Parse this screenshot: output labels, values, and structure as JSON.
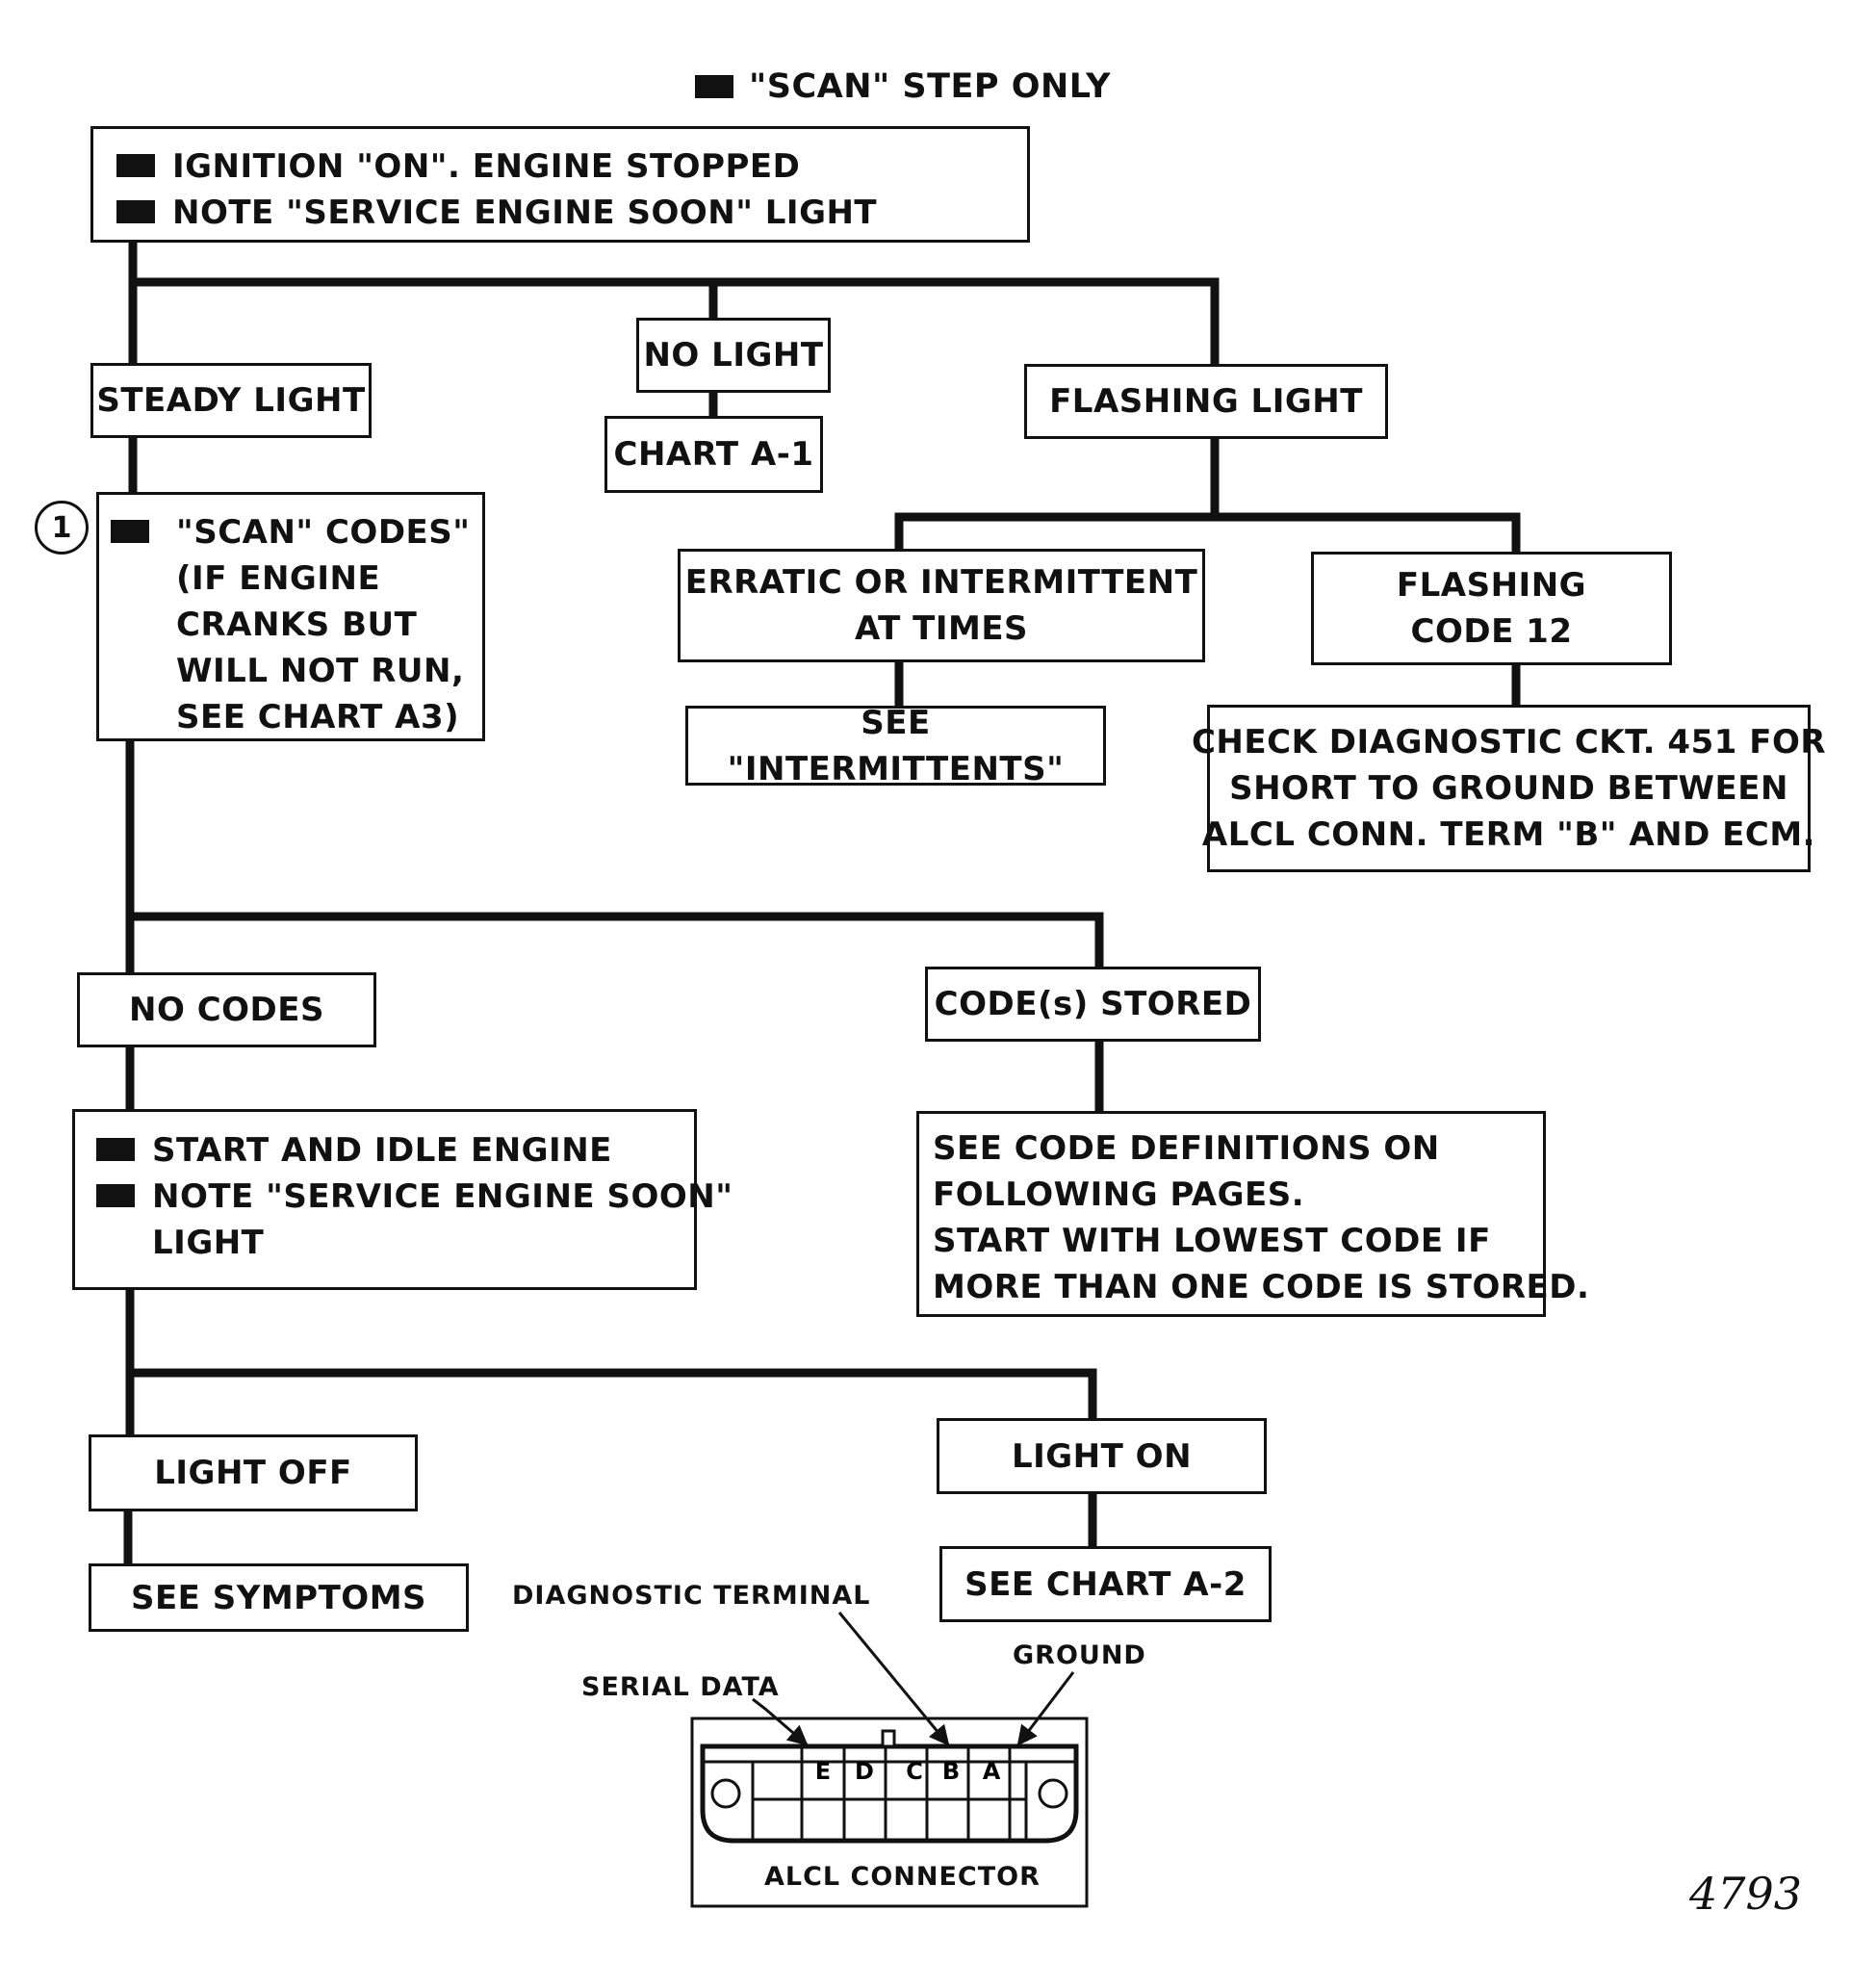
{
  "legend": {
    "text": "\"SCAN\" STEP ONLY"
  },
  "start": {
    "line1": "IGNITION \"ON\".  ENGINE STOPPED",
    "line2": "NOTE \"SERVICE ENGINE SOON\" LIGHT"
  },
  "steady_light": "STEADY LIGHT",
  "no_light": "NO LIGHT",
  "chart_a1": "CHART A-1",
  "flashing_light": "FLASHING LIGHT",
  "scan_marker": "1",
  "scan_codes": {
    "lines": [
      "\"SCAN\" CODES\"",
      "(IF ENGINE",
      "CRANKS BUT",
      "WILL NOT RUN,",
      "SEE CHART  A3)"
    ]
  },
  "erratic": {
    "line1": "ERRATIC OR INTERMITTENT",
    "line2": "AT TIMES"
  },
  "flashing_code": {
    "line1": "FLASHING",
    "line2": "CODE 12"
  },
  "see_intermittents": "SEE  \"INTERMITTENTS\"",
  "check_ckt": {
    "line1": "CHECK DIAGNOSTIC CKT. 451 FOR",
    "line2": "SHORT TO GROUND BETWEEN",
    "line3": "ALCL  CONN. TERM \"B\" AND ECM."
  },
  "no_codes": "NO CODES",
  "codes_stored": "CODE(s) STORED",
  "start_idle": {
    "line1": "START AND IDLE ENGINE",
    "line2": "NOTE \"SERVICE ENGINE SOON\"",
    "line3": "LIGHT"
  },
  "code_defs": {
    "line1": "SEE CODE DEFINITIONS ON",
    "line2": "FOLLOWING PAGES.",
    "line3": "START WITH LOWEST CODE IF",
    "line4": "MORE THAN ONE CODE IS STORED."
  },
  "light_off": "LIGHT OFF",
  "light_on": "LIGHT ON",
  "see_symptoms": "SEE SYMPTOMS",
  "see_chart_a2": "SEE CHART A-2",
  "connector": {
    "diag_terminal_label": "DIAGNOSTIC TERMINAL",
    "serial_data_label": "SERIAL DATA",
    "ground_label": "GROUND",
    "title": "ALCL  CONNECTOR",
    "pins": [
      "E",
      "D",
      "C",
      "B",
      "A"
    ]
  },
  "figure_number": "4793"
}
